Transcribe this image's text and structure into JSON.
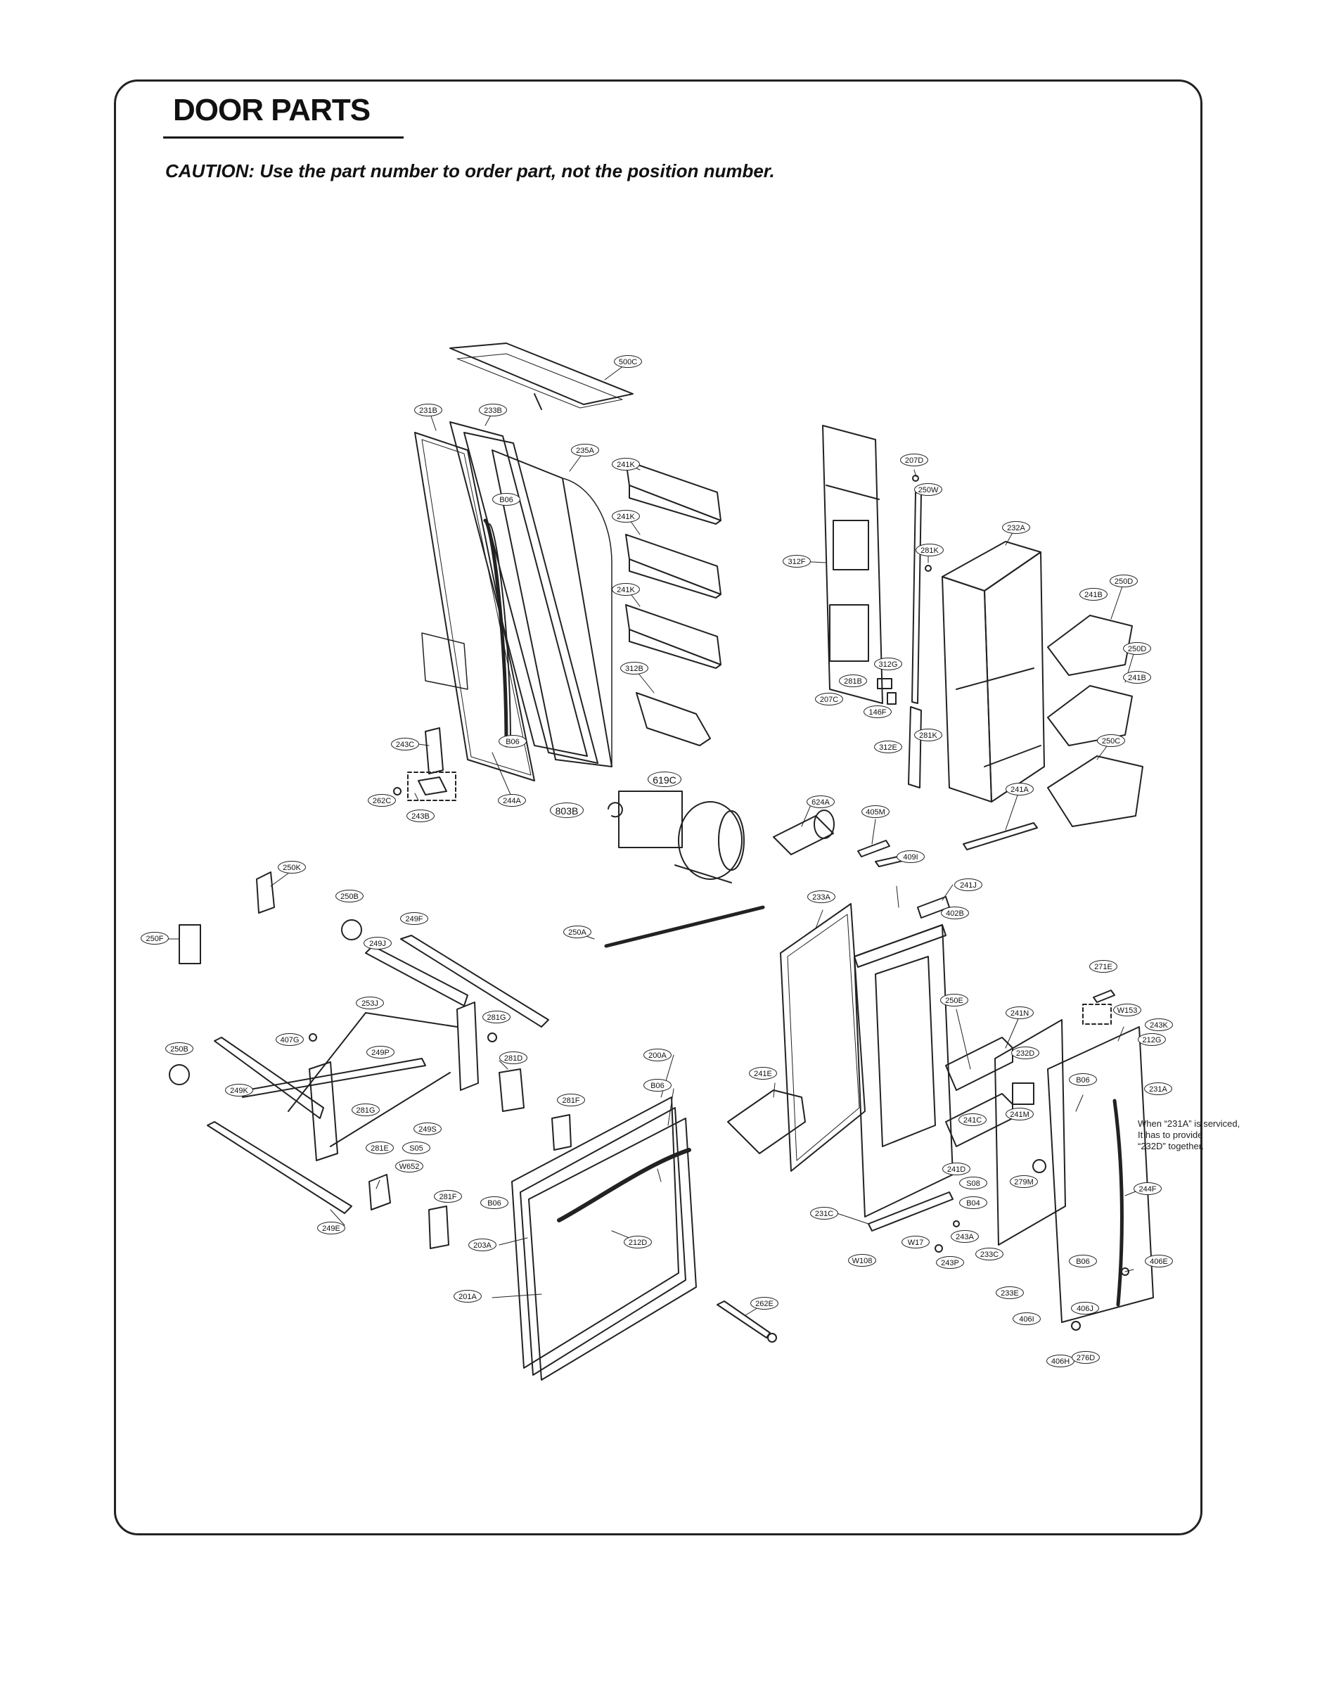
{
  "header": {
    "title": "DOOR PARTS",
    "caution": "CAUTION: Use the part number to order part, not the position number."
  },
  "note": {
    "lines": [
      "When “231A” is serviced,",
      "It has to provide",
      "“232D” together."
    ]
  },
  "callouts": [
    {
      "id": "500C",
      "label": "500C"
    },
    {
      "id": "231B",
      "label": "231B"
    },
    {
      "id": "233B",
      "label": "233B"
    },
    {
      "id": "235A",
      "label": "235A"
    },
    {
      "id": "241K-1",
      "label": "241K"
    },
    {
      "id": "B06-1",
      "label": "B06"
    },
    {
      "id": "241K-2",
      "label": "241K"
    },
    {
      "id": "241K-3",
      "label": "241K"
    },
    {
      "id": "312B",
      "label": "312B"
    },
    {
      "id": "243C",
      "label": "243C"
    },
    {
      "id": "B06-2",
      "label": "B06"
    },
    {
      "id": "262C",
      "label": "262C"
    },
    {
      "id": "243B",
      "label": "243B"
    },
    {
      "id": "244A",
      "label": "244A"
    },
    {
      "id": "619C",
      "label": "619C"
    },
    {
      "id": "803B",
      "label": "803B"
    },
    {
      "id": "624A",
      "label": "624A"
    },
    {
      "id": "405M",
      "label": "405M"
    },
    {
      "id": "409I",
      "label": "409I"
    },
    {
      "id": "207D",
      "label": "207D"
    },
    {
      "id": "250W",
      "label": "250W"
    },
    {
      "id": "232A",
      "label": "232A"
    },
    {
      "id": "281K-1",
      "label": "281K"
    },
    {
      "id": "312F",
      "label": "312F"
    },
    {
      "id": "241B-1",
      "label": "241B"
    },
    {
      "id": "250D-1",
      "label": "250D"
    },
    {
      "id": "250D-2",
      "label": "250D"
    },
    {
      "id": "312G",
      "label": "312G"
    },
    {
      "id": "241B-2",
      "label": "241B"
    },
    {
      "id": "281B",
      "label": "281B"
    },
    {
      "id": "207C",
      "label": "207C"
    },
    {
      "id": "146F",
      "label": "146F"
    },
    {
      "id": "281K-2",
      "label": "281K"
    },
    {
      "id": "312E",
      "label": "312E"
    },
    {
      "id": "250C",
      "label": "250C"
    },
    {
      "id": "241A",
      "label": "241A"
    },
    {
      "id": "250K",
      "label": "250K"
    },
    {
      "id": "250B-1",
      "label": "250B"
    },
    {
      "id": "249F",
      "label": "249F"
    },
    {
      "id": "250F",
      "label": "250F"
    },
    {
      "id": "249J",
      "label": "249J"
    },
    {
      "id": "250A",
      "label": "250A"
    },
    {
      "id": "233A",
      "label": "233A"
    },
    {
      "id": "241J",
      "label": "241J"
    },
    {
      "id": "402B",
      "label": "402B"
    },
    {
      "id": "253J",
      "label": "253J"
    },
    {
      "id": "281G-1",
      "label": "281G"
    },
    {
      "id": "407G",
      "label": "407G"
    },
    {
      "id": "250B-2",
      "label": "250B"
    },
    {
      "id": "249P",
      "label": "249P"
    },
    {
      "id": "281D",
      "label": "281D"
    },
    {
      "id": "200A",
      "label": "200A"
    },
    {
      "id": "249K",
      "label": "249K"
    },
    {
      "id": "281G-2",
      "label": "281G"
    },
    {
      "id": "281F-1",
      "label": "281F"
    },
    {
      "id": "B06-3",
      "label": "B06"
    },
    {
      "id": "249S",
      "label": "249S"
    },
    {
      "id": "281E",
      "label": "281E"
    },
    {
      "id": "S05",
      "label": "S05"
    },
    {
      "id": "W652",
      "label": "W652"
    },
    {
      "id": "281F-2",
      "label": "281F"
    },
    {
      "id": "249E",
      "label": "249E"
    },
    {
      "id": "B06-4",
      "label": "B06"
    },
    {
      "id": "212D",
      "label": "212D"
    },
    {
      "id": "203A",
      "label": "203A"
    },
    {
      "id": "201A",
      "label": "201A"
    },
    {
      "id": "262E",
      "label": "262E"
    },
    {
      "id": "241E",
      "label": "241E"
    },
    {
      "id": "250E",
      "label": "250E"
    },
    {
      "id": "241N",
      "label": "241N"
    },
    {
      "id": "271E",
      "label": "271E"
    },
    {
      "id": "W153",
      "label": "W153"
    },
    {
      "id": "243K",
      "label": "243K"
    },
    {
      "id": "212G",
      "label": "212G"
    },
    {
      "id": "232D",
      "label": "232D"
    },
    {
      "id": "B06-5",
      "label": "B06"
    },
    {
      "id": "231A",
      "label": "231A"
    },
    {
      "id": "241M",
      "label": "241M"
    },
    {
      "id": "241C",
      "label": "241C"
    },
    {
      "id": "241D",
      "label": "241D"
    },
    {
      "id": "S08",
      "label": "S08"
    },
    {
      "id": "279M",
      "label": "279M"
    },
    {
      "id": "B04",
      "label": "B04"
    },
    {
      "id": "231C",
      "label": "231C"
    },
    {
      "id": "243A",
      "label": "243A"
    },
    {
      "id": "W17",
      "label": "W17"
    },
    {
      "id": "W108",
      "label": "W108"
    },
    {
      "id": "243P",
      "label": "243P"
    },
    {
      "id": "233C",
      "label": "233C"
    },
    {
      "id": "244F",
      "label": "244F"
    },
    {
      "id": "B06-6",
      "label": "B06"
    },
    {
      "id": "406E",
      "label": "406E"
    },
    {
      "id": "233E",
      "label": "233E"
    },
    {
      "id": "406J",
      "label": "406J"
    },
    {
      "id": "406I",
      "label": "406I"
    },
    {
      "id": "406H",
      "label": "406H"
    },
    {
      "id": "276D",
      "label": "276D"
    }
  ]
}
